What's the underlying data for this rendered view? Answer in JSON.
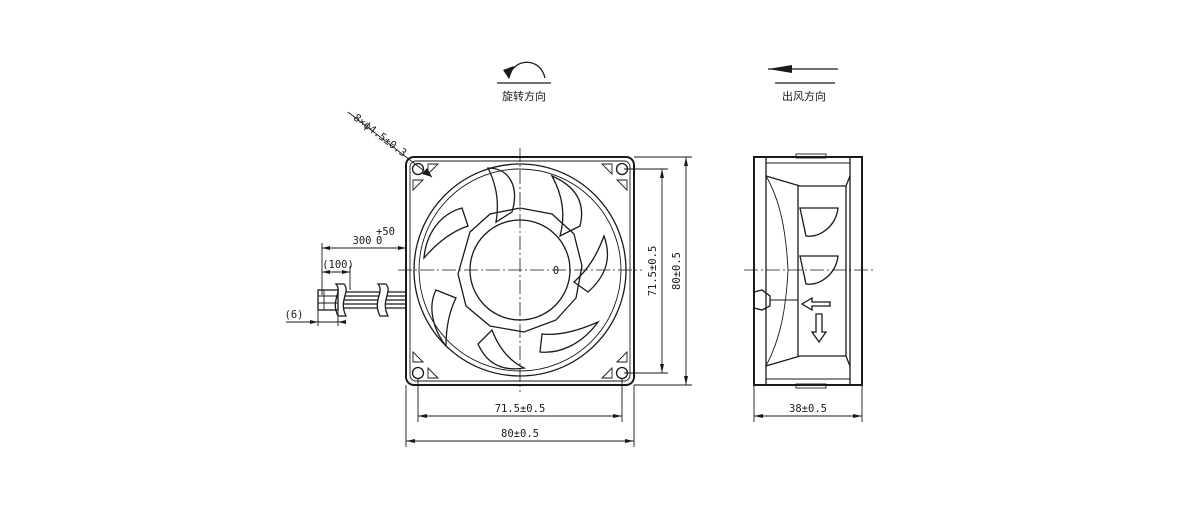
{
  "legend": {
    "rotation_label": "旋转方向",
    "airflow_label": "出风方向"
  },
  "dimensions": {
    "mount_holes": "8×ϕ4.5±0.3",
    "cable_length": "300",
    "cable_tol_upper": "+50",
    "cable_tol_lower": "0",
    "strip_length": "(100)",
    "connector_length": "(6)",
    "hole_spacing_v": "71.5±0.5",
    "frame_height": "80±0.5",
    "hole_spacing_h": "71.5±0.5",
    "frame_width": "80±0.5",
    "frame_depth": "38±0.5"
  },
  "hub_marking": "0"
}
